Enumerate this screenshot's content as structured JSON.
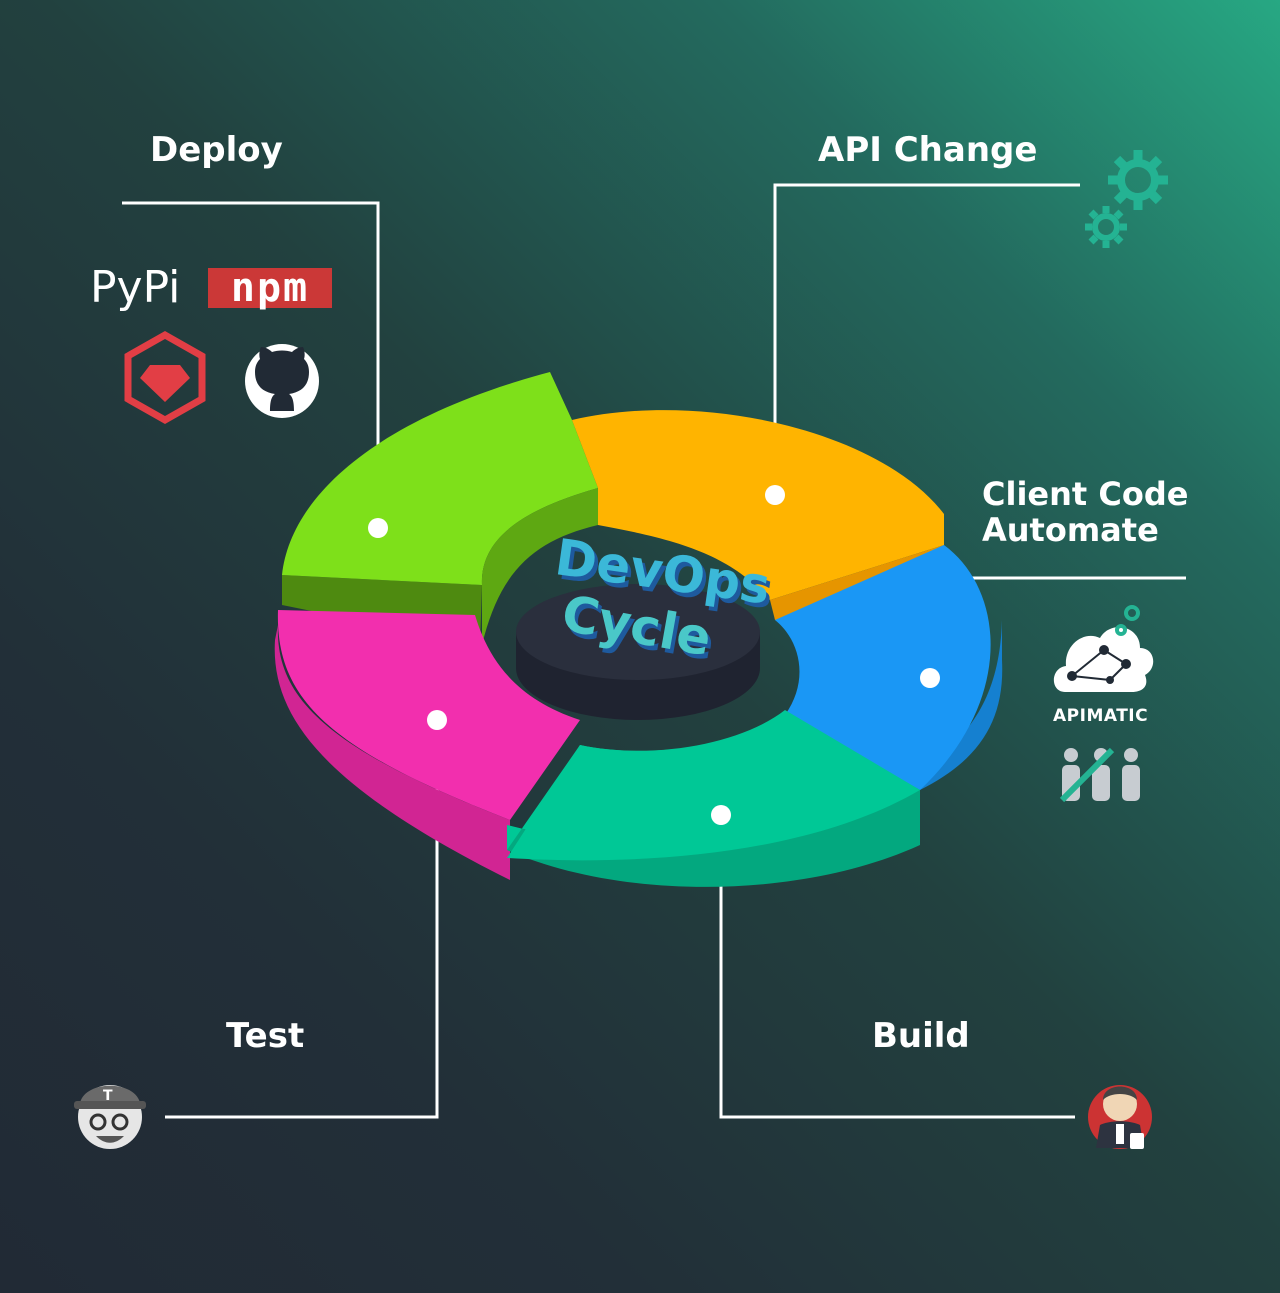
{
  "steps": {
    "deploy": "Deploy",
    "api_change": "API Change",
    "client_code_line1": "Client Code",
    "client_code_line2": "Automate",
    "test": "Test",
    "build": "Build"
  },
  "center": {
    "line1": "DevOps",
    "line2": "Cycle"
  },
  "logos": {
    "pypi": "PyPi",
    "npm": "npm",
    "apimatic": "APIMATIC"
  },
  "colors": {
    "deploy": "#7ee01a",
    "api_change": "#ffb400",
    "client_code": "#1a97f5",
    "build": "#00c896",
    "test": "#f22fae",
    "gear": "#24b393",
    "npm": "#cb3837",
    "ruby": "#e23e45"
  }
}
